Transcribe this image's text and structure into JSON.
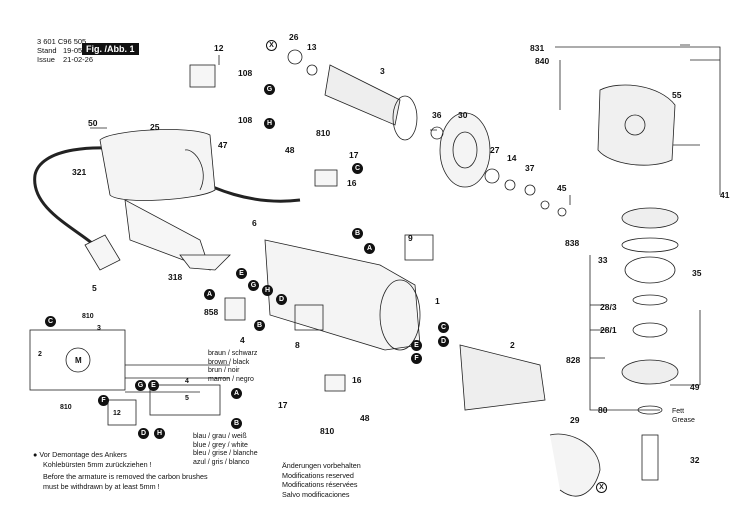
{
  "header": {
    "doc_number": "3 601 C96 505",
    "stand_label": "Stand",
    "issue_label": "Issue",
    "stand_value": "19-05",
    "issue_value": "21-02-26",
    "figure_label": "Fig. /Abb. 1"
  },
  "part_labels": {
    "p12": "12",
    "p26": "26",
    "p13": "13",
    "p3": "3",
    "p108a": "108",
    "p108b": "108",
    "p831": "831",
    "p840": "840",
    "p50": "50",
    "p25": "25",
    "p55": "55",
    "p36": "36",
    "p30": "30",
    "p47": "47",
    "p48a": "48",
    "p810a": "810",
    "p17a": "17",
    "p16a": "16",
    "p27": "27",
    "p14": "14",
    "p37": "37",
    "p45": "45",
    "p41": "41",
    "p321": "321",
    "p6": "6",
    "p838": "838",
    "p9": "9",
    "p5": "5",
    "p318": "318",
    "p33": "33",
    "p35": "35",
    "p1": "1",
    "p858": "858",
    "p4": "4",
    "p8": "8",
    "p28_3": "28/3",
    "p28_1": "28/1",
    "p2": "2",
    "p828": "828",
    "p16b": "16",
    "p17b": "17",
    "p48b": "48",
    "p810b": "810",
    "p49": "49",
    "p80": "80",
    "p29": "29",
    "p32": "32",
    "s810a": "810",
    "s3": "3",
    "s2": "2",
    "s810b": "810",
    "s12": "12",
    "s4": "4",
    "s5": "5",
    "sM": "M"
  },
  "callouts": {
    "X": "X",
    "G": "G",
    "H": "H",
    "C": "C",
    "B": "B",
    "A": "A",
    "E": "E",
    "D": "D",
    "F": "F"
  },
  "wire_colors": {
    "top": [
      "braun / schwarz",
      "brown / black",
      "brun / noir",
      "marron / negro"
    ],
    "bottom": [
      "blau / grau / weiß",
      "blue / grey / white",
      "bleu / grise / blanche",
      "azul / gris / blanco"
    ]
  },
  "grease_label": [
    "Fett",
    "Grease"
  ],
  "notes": {
    "line1": "● Vor Demontage des Ankers",
    "line2": "Kohlebürsten 5mm zurückziehen !",
    "line3": "Before the armature is removed the carbon brushes",
    "line4": "must be withdrawn by at least 5mm !"
  },
  "disclaimer": [
    "Änderungen vorbehalten",
    "Modifications reserved",
    "Modifications réservées",
    "Salvo modificaciones"
  ]
}
